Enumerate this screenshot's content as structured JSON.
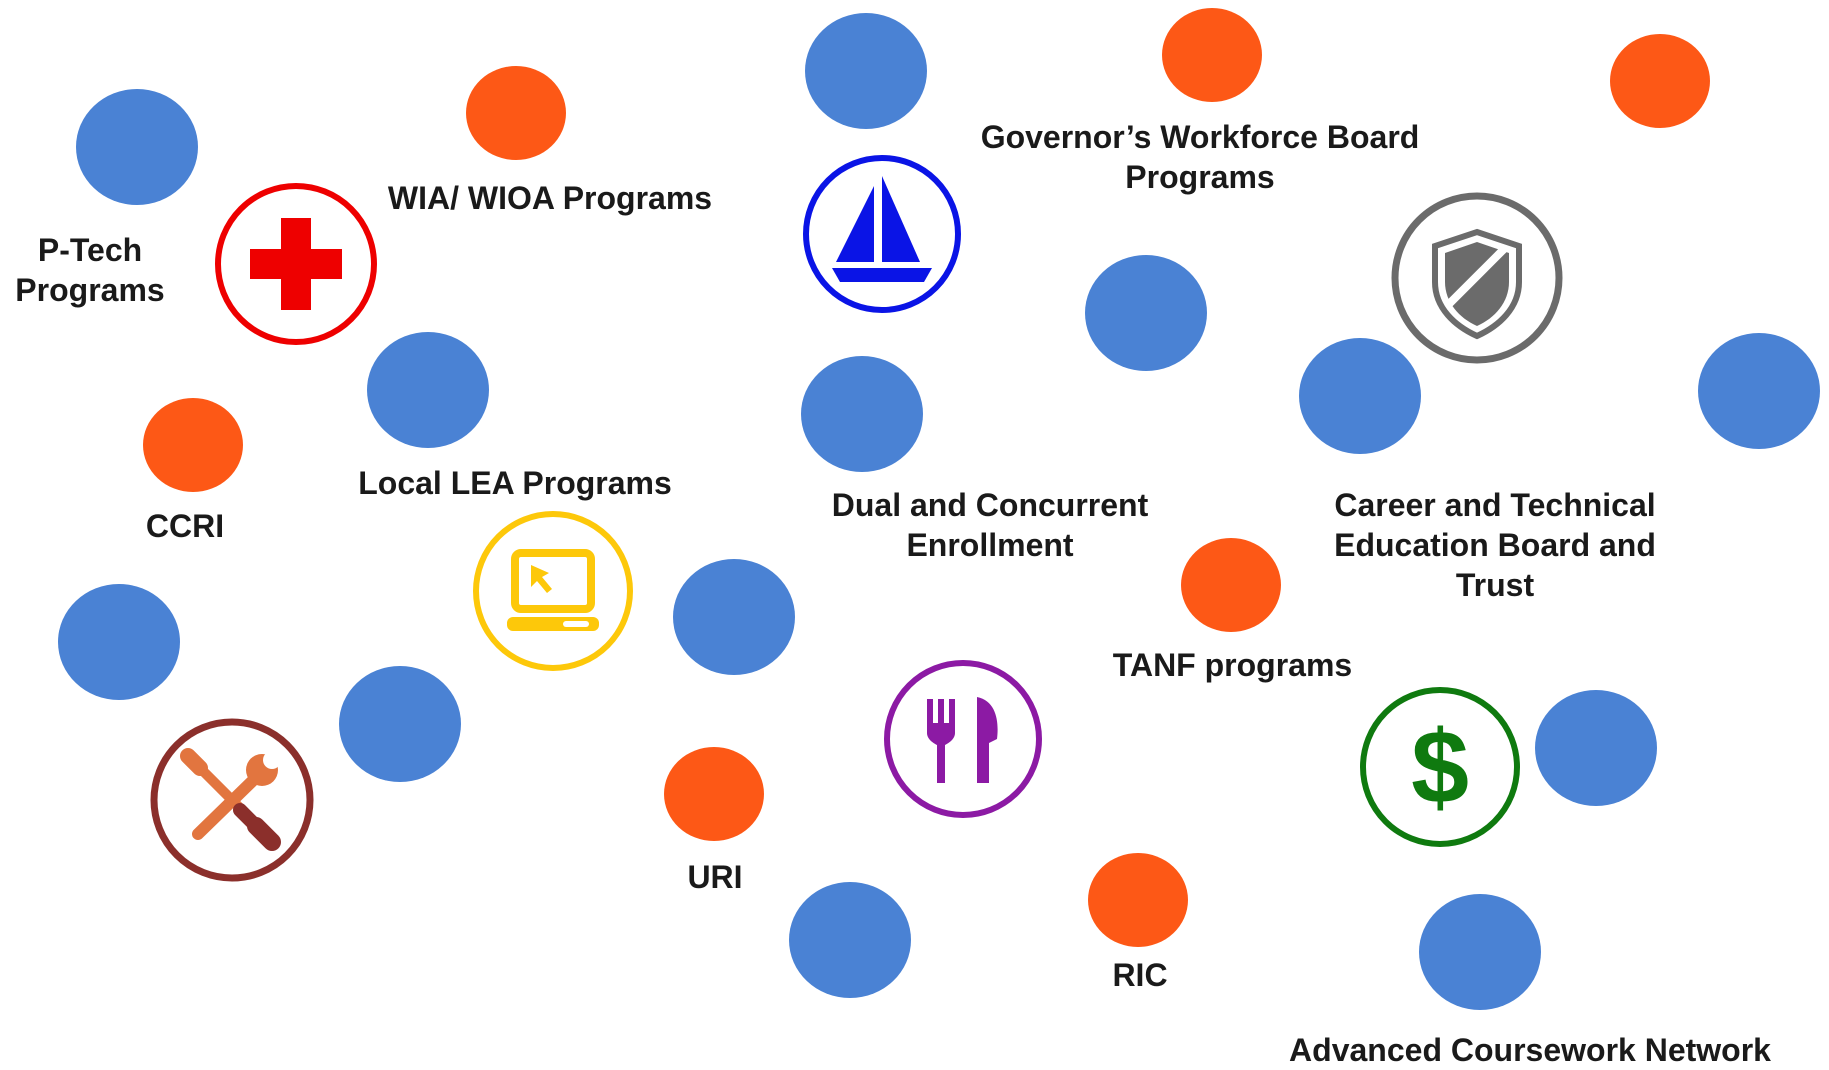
{
  "colors": {
    "blue_dot": "#4a82d4",
    "orange_dot": "#fd5816",
    "label_text": "#1a1a1a",
    "health_icon": "#ee0000",
    "sail_icon": "#0a14e6",
    "shield_icon": "#6b6b6b",
    "computer_icon": "#fdc80a",
    "food_icon": "#8c1aa4",
    "tools_icon": "#8b2f2b",
    "tools_glyph": "#e2753f",
    "dollar_icon": "#0f7a0f"
  },
  "labels": {
    "ptech": "P-Tech\nPrograms",
    "wia": "WIA/ WIOA Programs",
    "governor": "Governor’s Workforce Board\nPrograms",
    "ccri": "CCRI",
    "lea": "Local LEA Programs",
    "dual": "Dual and Concurrent\nEnrollment",
    "cte": "Career and Technical\nEducation Board and\nTrust",
    "tanf": "TANF programs",
    "uri": "URI",
    "ric": "RIC",
    "acn": "Advanced Coursework Network"
  },
  "icons": [
    {
      "name": "health-cross-icon",
      "color": "#ee0000"
    },
    {
      "name": "sailboat-icon",
      "color": "#0a14e6"
    },
    {
      "name": "shield-icon",
      "color": "#6b6b6b"
    },
    {
      "name": "computer-icon",
      "color": "#fdc80a"
    },
    {
      "name": "fork-knife-icon",
      "color": "#8c1aa4"
    },
    {
      "name": "tools-icon",
      "color": "#8b2f2b"
    },
    {
      "name": "dollar-icon",
      "color": "#0f7a0f"
    }
  ]
}
